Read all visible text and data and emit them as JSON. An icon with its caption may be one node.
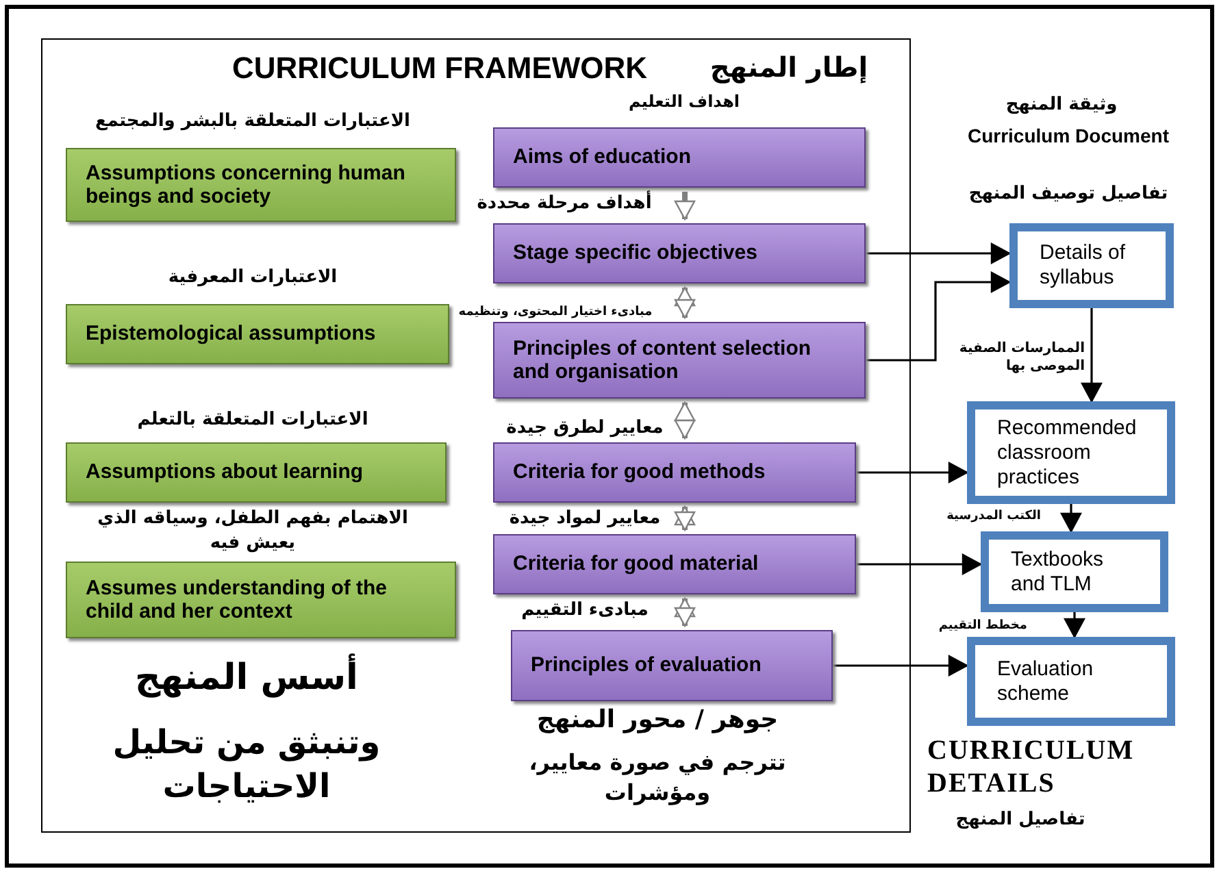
{
  "diagram": {
    "nodes": [
      {
        "text": [
          "إطار المنهج",
          "CURRICULUM FRAMEWORK"
        ]
      },
      {
        "text": [
          "Assumptions concerning human beings and society"
        ],
        "in": 0,
        "beside": [
          "الاعتبارات المتعلقة بالبشر والمجتمع"
        ]
      },
      {
        "text": [
          "Epistemological assumptions"
        ],
        "in": 0,
        "beside": [
          "الاعتبارات المعرفية"
        ]
      },
      {
        "text": [
          "Assumptions about learning"
        ],
        "in": 0,
        "beside": [
          "الاعتبارات المتعلقة بالتعلم"
        ]
      },
      {
        "text": [
          "Assumes understanding of the child and her context"
        ],
        "in": 0,
        "beside": [
          "الاهتمام بفهم الطفل، وسياقه الذي يعيش فيه"
        ]
      },
      {
        "text": [
          "Aims of education"
        ],
        "in": 0,
        "beside": [
          "اهداف التعليم"
        ]
      },
      {
        "text": [
          "Stage specific objectives"
        ],
        "in": 0,
        "beside": [
          "أهداف مرحلة محددة"
        ]
      },
      {
        "text": [
          "Principles of content selection and organisation"
        ],
        "in": 0,
        "beside": [
          "مبادىء اختيار المحتوى، وتنظيمه"
        ]
      },
      {
        "text": [
          "Criteria for good methods"
        ],
        "in": 0,
        "beside": [
          "معايير لطرق جيدة"
        ]
      },
      {
        "text": [
          "Criteria for good material"
        ],
        "in": 0,
        "beside": [
          "معايير لمواد جيدة"
        ]
      },
      {
        "text": [
          "Principles of evaluation"
        ],
        "in": 0,
        "beside": [
          "مبادىء التقييم"
        ]
      },
      {
        "text": [
          "Details of syllabus"
        ],
        "beside": [
          "تفاصيل توصيف المنهج"
        ]
      },
      {
        "text": [
          "Recommended classroom practices"
        ]
      },
      {
        "text": [
          "Textbooks and TLM"
        ]
      },
      {
        "text": [
          "Evaluation scheme"
        ]
      }
    ],
    "edges": [
      {
        "from": 5,
        "to": 6,
        "arrow": "to",
        "style": "thick",
        "color": "#808080"
      },
      {
        "from": 6,
        "to": 7,
        "arrow": "both",
        "style": "thick",
        "color": "#808080"
      },
      {
        "from": 7,
        "to": 8,
        "arrow": "both",
        "style": "thick",
        "color": "#808080"
      },
      {
        "from": 8,
        "to": 9,
        "arrow": "both",
        "style": "thick",
        "color": "#808080"
      },
      {
        "from": 9,
        "to": 10,
        "arrow": "both",
        "style": "thick",
        "color": "#808080"
      },
      {
        "from": 6,
        "to": 11,
        "arrow": "to"
      },
      {
        "from": 7,
        "to": 11,
        "arrow": "to"
      },
      {
        "from": 8,
        "to": 12,
        "arrow": "to"
      },
      {
        "from": 9,
        "to": 13,
        "arrow": "to"
      },
      {
        "from": 10,
        "to": 14,
        "arrow": "to"
      },
      {
        "from": 11,
        "to": 12,
        "arrow": "to",
        "label": "الممارسات الصفية الموصى بها"
      },
      {
        "from": 12,
        "to": 13,
        "arrow": "to",
        "label": "الكتب المدرسية"
      },
      {
        "from": 13,
        "to": 14,
        "arrow": "to",
        "label": "مخطط التقييم"
      }
    ],
    "labels": [
      "وثيقة المنهج",
      "Curriculum Document",
      "أسس المنهج",
      "وتنبثق من تحليل الاحتياجات",
      "جوهر / محور المنهج",
      "تترجم في صورة معايير، ومؤشرات",
      "CURRICULUM DETAILS",
      "تفاصيل المنهج"
    ]
  }
}
